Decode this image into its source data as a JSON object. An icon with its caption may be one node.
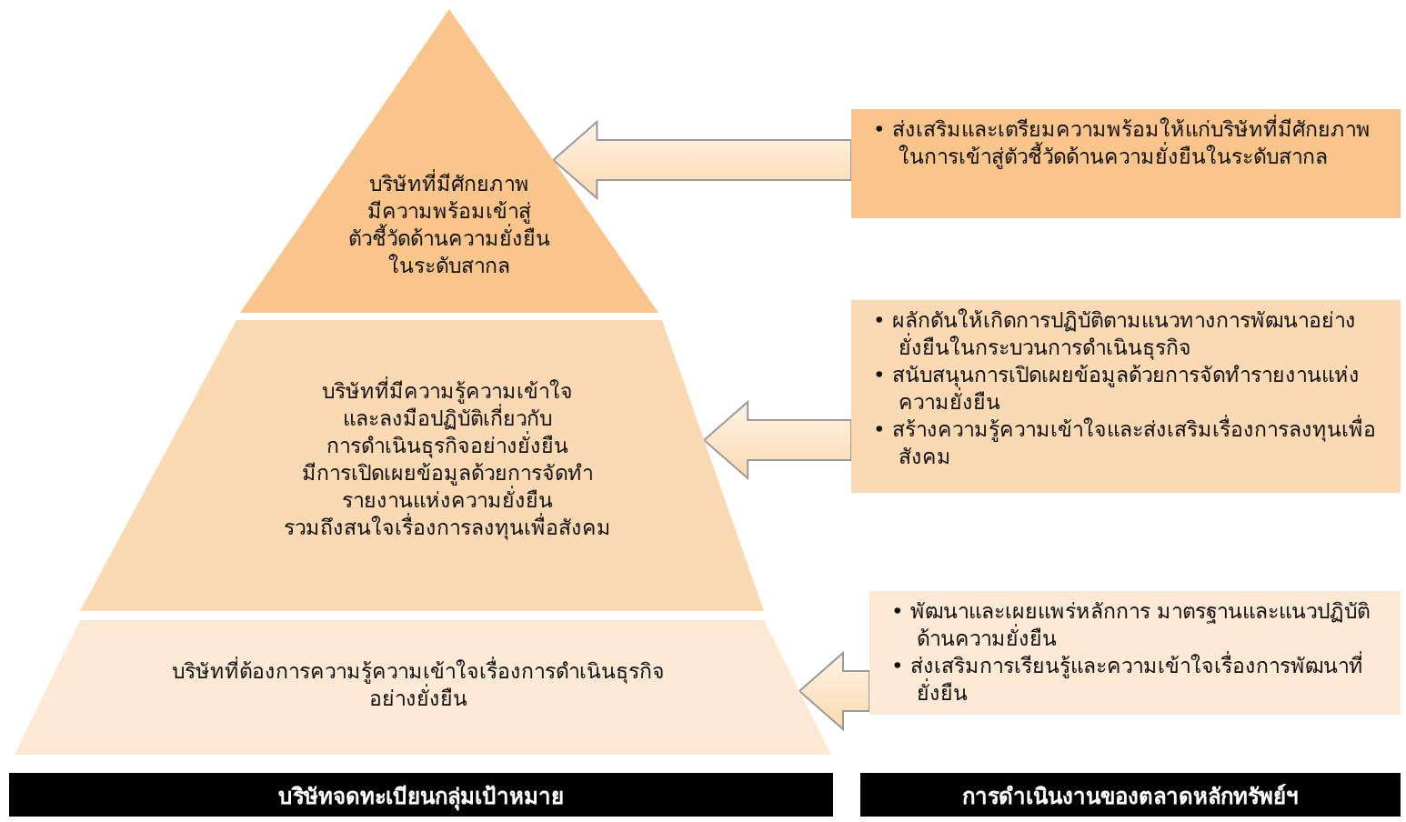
{
  "diagram": {
    "nodes": [
      {
        "text": [
          "บริษัทที่มีศักยภาพ มีความพร้อมเข้าสู่ ตัวชี้วัดด้านความยั่งยืน ในระดับสากล"
        ]
      },
      {
        "text": [
          "บริษัทที่มีความรู้ความเข้าใจ และลงมือปฏิบัติเกี่ยวกับ การดำเนินธุรกิจอย่างยั่งยืน มีการเปิดเผยข้อมูลด้วยการจัดทำ รายงานแห่งความยั่งยืน รวมถึงสนใจเรื่องการลงทุนเพื่อสังคม"
        ]
      },
      {
        "text": [
          "บริษัทที่ต้องการความรู้ความเข้าใจเรื่องการดำเนินธุรกิจ อย่างยั่งยืน"
        ]
      },
      {
        "text": [
          "• ส่งเสริมและเตรียมความพร้อมให้แก่บริษัทที่มีศักยภาพในการเข้าสู่ตัวชี้วัดด้านความยั่งยืนในระดับสากล"
        ]
      },
      {
        "text": [
          "• ผลักดันให้เกิดการปฏิบัติตามแนวทางการพัฒนาอย่างยั่งยืนในกระบวนการดำเนินธุรกิจ",
          "• สนับสนุนการเปิดเผยข้อมูลด้วยการจัดทำรายงานแห่งความยั่งยืน",
          "• สร้างความรู้ความเข้าใจและส่งเสริมเรื่องการลงทุนเพื่อสังคม"
        ]
      },
      {
        "text": [
          "• พัฒนาและเผยแพร่หลักการ มาตรฐานและแนวปฏิบัติด้านความยั่งยืน",
          "• ส่งเสริมการเรียนรู้และความเข้าใจเรื่องการพัฒนาที่ยั่งยืน"
        ]
      }
    ],
    "edges": [
      {
        "from": 3,
        "to": 0,
        "arrow": "to"
      },
      {
        "from": 4,
        "to": 1,
        "arrow": "to"
      },
      {
        "from": 5,
        "to": 2,
        "arrow": "to"
      }
    ],
    "labels": [
      "บริษัทจดทะเบียนกลุ่มเป้าหมาย",
      "การดำเนินงานของตลาดหลักทรัพย์ฯ"
    ]
  }
}
